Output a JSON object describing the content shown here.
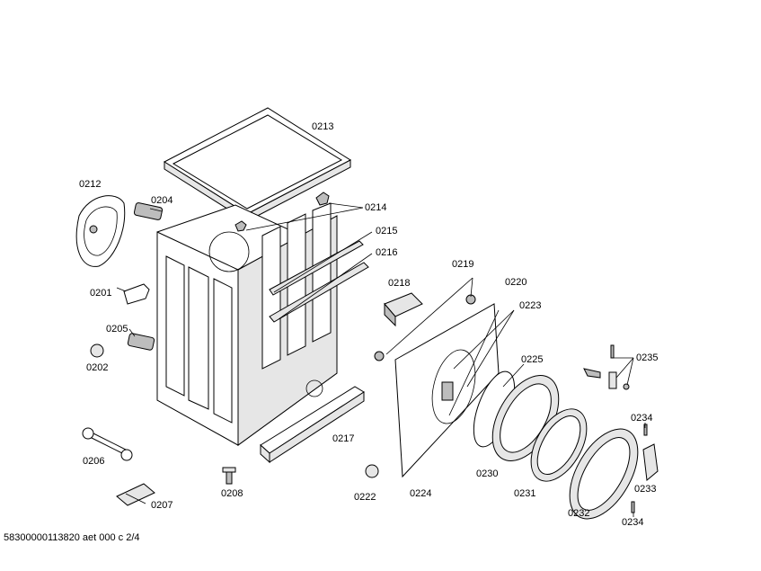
{
  "labels": {
    "p0212": "0212",
    "p0204": "0204",
    "p0213": "0213",
    "p0214": "0214",
    "p0215": "0215",
    "p0216": "0216",
    "p0201": "0201",
    "p0205": "0205",
    "p0202": "0202",
    "p0206": "0206",
    "p0207": "0207",
    "p0208": "0208",
    "p0217": "0217",
    "p0218": "0218",
    "p0219": "0219",
    "p0220": "0220",
    "p0223": "0223",
    "p0225": "0225",
    "p0235": "0235",
    "p0234a": "0234",
    "p0222": "0222",
    "p0224": "0224",
    "p0230": "0230",
    "p0231": "0231",
    "p0232": "0232",
    "p0233": "0233",
    "p0234b": "0234"
  },
  "footer": "58300000113820 aet 000 c 2/4"
}
